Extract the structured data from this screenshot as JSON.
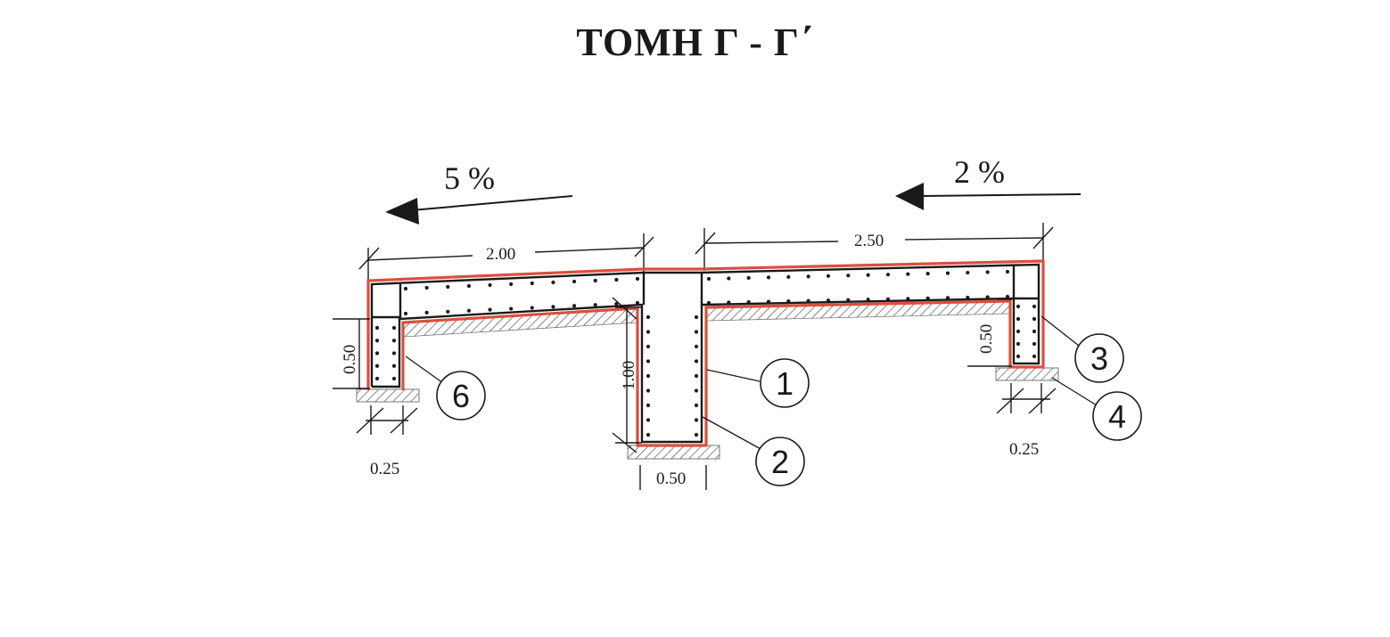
{
  "title": "ΤΟΜΗ Γ - Γ΄",
  "slopes": {
    "left": "5 %",
    "right": "2 %"
  },
  "dimensions": {
    "left_span": "2.00",
    "right_span": "2.50",
    "left_height": "0.50",
    "center_height": "1.00",
    "right_height": "0.50",
    "left_width": "0.25",
    "center_width": "0.50",
    "right_width": "0.25"
  },
  "callouts": {
    "c1": "1",
    "c2": "2",
    "c3": "3",
    "c4": "4",
    "c6": "6"
  },
  "colors": {
    "membrane": "#d9503f",
    "concrete": "#1a1a1a",
    "hatch": "#555555"
  }
}
